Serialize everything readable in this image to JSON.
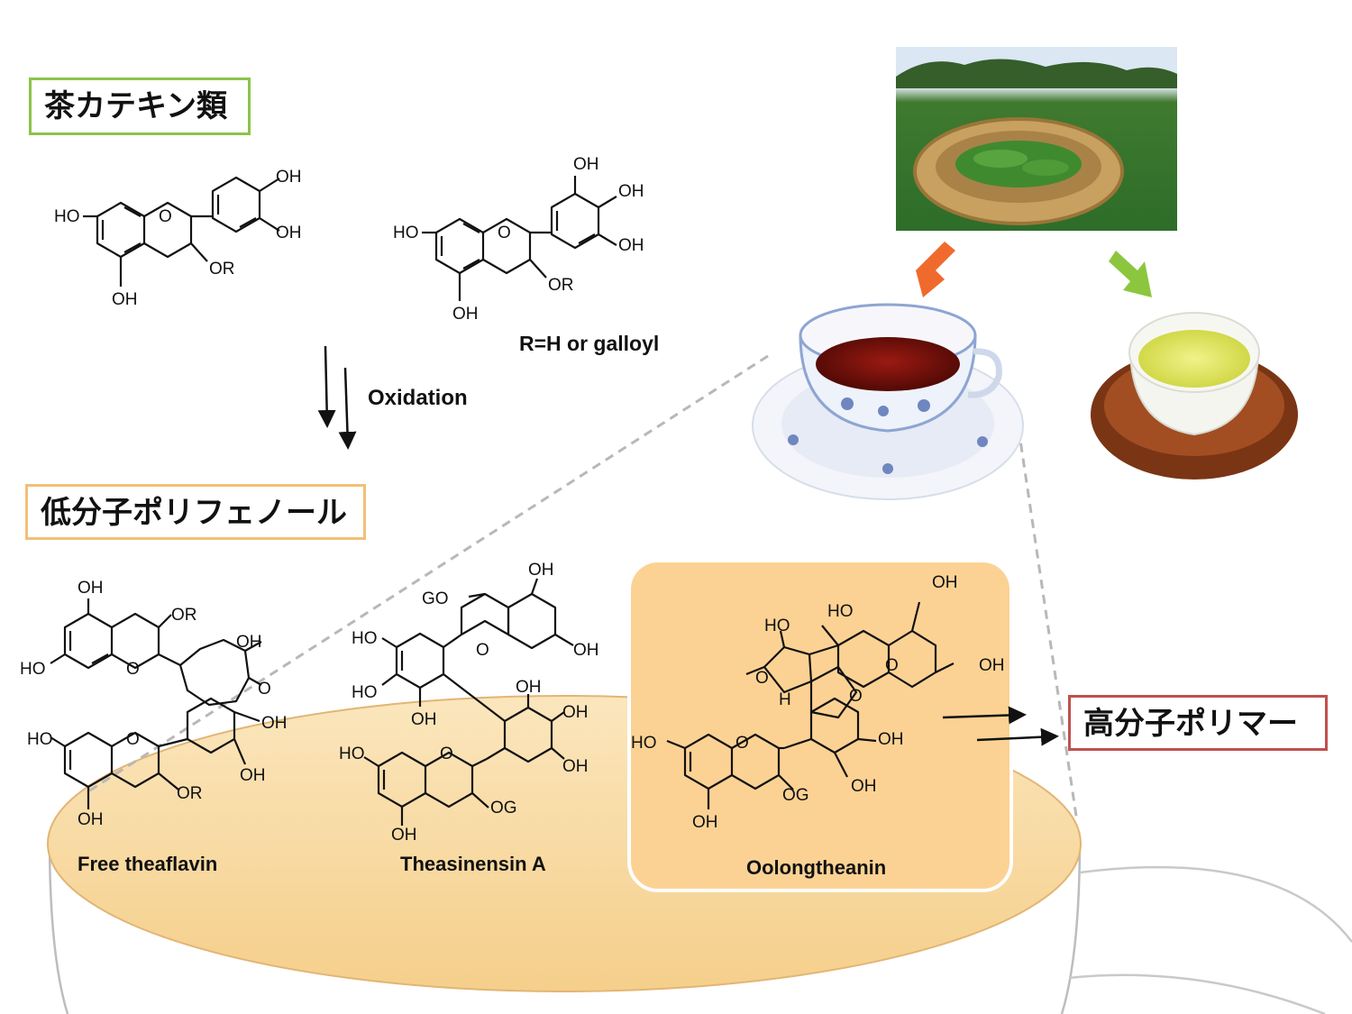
{
  "labels": {
    "catechins": "茶カテキン類",
    "low_mol": "低分子ポリフェノール",
    "high_mol": "高分子ポリマー"
  },
  "reaction": {
    "oxidation": "Oxidation",
    "r_group": "R=H or galloyl"
  },
  "compounds": {
    "free_theaflavin": "Free theaflavin",
    "theasinensin": "Theasinensin A",
    "oolongtheanin": "Oolongtheanin"
  },
  "substituents": {
    "oh": "OH",
    "ho": "HO",
    "or": "OR",
    "og": "OG",
    "go": "GO",
    "o": "O",
    "h": "H"
  },
  "colors": {
    "catechin_border": "#8bc34a",
    "lowmol_border": "#f2c078",
    "highmol_border": "#c0504d",
    "orange_arrow": "#f06a2d",
    "green_arrow": "#8cc63f",
    "highlight": "#fcd294"
  }
}
